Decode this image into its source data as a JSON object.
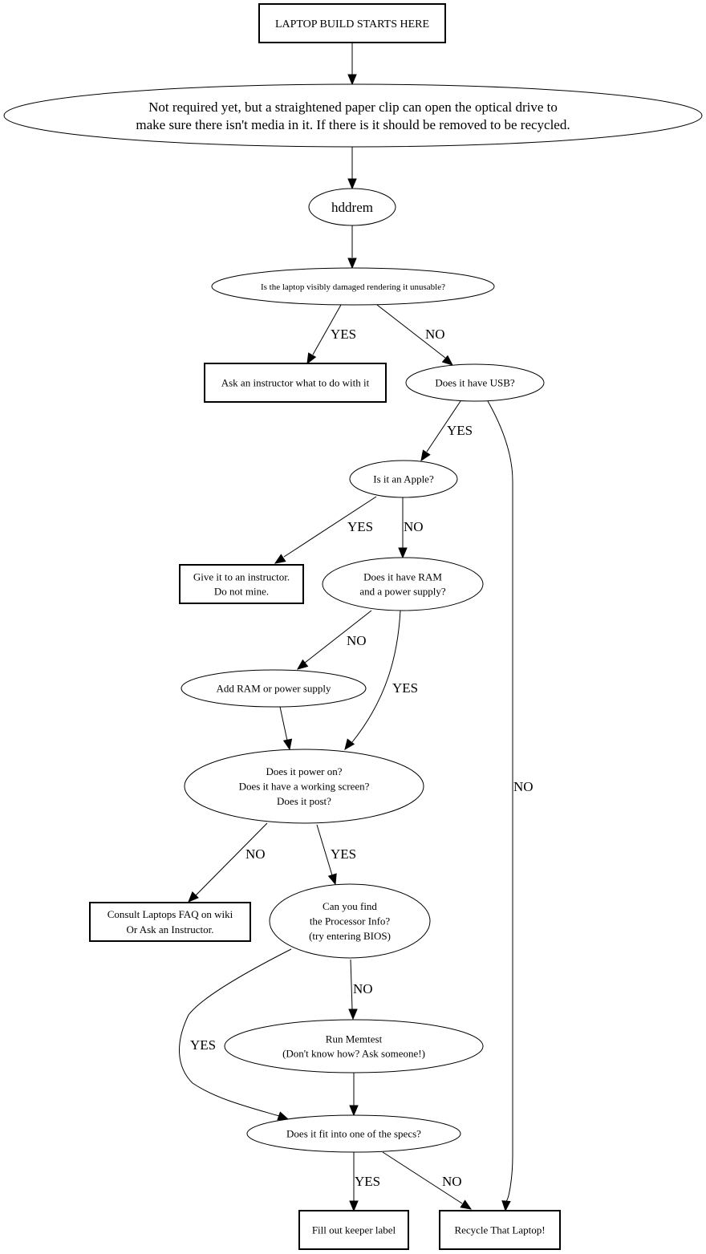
{
  "diagram": {
    "type": "flowchart",
    "nodes": [
      {
        "id": "start",
        "shape": "box",
        "lines": [
          "LAPTOP BUILD STARTS HERE"
        ]
      },
      {
        "id": "paperclip",
        "shape": "ellipse",
        "lines": [
          "Not required yet, but a straightened paper clip can open the optical drive to",
          "make sure there isn't media in it. If there is it should be removed to be recycled."
        ]
      },
      {
        "id": "hddrem",
        "shape": "ellipse",
        "lines": [
          "hddrem"
        ]
      },
      {
        "id": "damaged",
        "shape": "ellipse",
        "lines": [
          "Is the laptop visibly damaged rendering it unusable?"
        ]
      },
      {
        "id": "ask_instructor",
        "shape": "box",
        "lines": [
          "Ask an instructor what to do with it"
        ]
      },
      {
        "id": "usb",
        "shape": "ellipse",
        "lines": [
          "Does it have USB?"
        ]
      },
      {
        "id": "apple",
        "shape": "ellipse",
        "lines": [
          "Is it an Apple?"
        ]
      },
      {
        "id": "give_instructor",
        "shape": "box",
        "lines": [
          "Give it to an instructor.",
          "Do not mine."
        ]
      },
      {
        "id": "ram_psu",
        "shape": "ellipse",
        "lines": [
          "Does it have RAM",
          "and a power supply?"
        ]
      },
      {
        "id": "add_ram",
        "shape": "ellipse",
        "lines": [
          "Add RAM or power supply"
        ]
      },
      {
        "id": "power_on",
        "shape": "ellipse",
        "lines": [
          "Does it power on?",
          "Does it have a working screen?",
          "Does it post?"
        ]
      },
      {
        "id": "consult_faq",
        "shape": "box",
        "lines": [
          "Consult Laptops FAQ on wiki",
          "Or Ask an Instructor."
        ]
      },
      {
        "id": "processor",
        "shape": "ellipse",
        "lines": [
          "Can you find",
          "the Processor Info?",
          "(try entering BIOS)"
        ]
      },
      {
        "id": "memtest",
        "shape": "ellipse",
        "lines": [
          "Run Memtest",
          "(Don't know how?  Ask someone!)"
        ]
      },
      {
        "id": "specs",
        "shape": "ellipse",
        "lines": [
          "Does it fit into one of the specs?"
        ]
      },
      {
        "id": "keeper",
        "shape": "box",
        "lines": [
          "Fill out keeper label"
        ]
      },
      {
        "id": "recycle",
        "shape": "box",
        "lines": [
          "Recycle That Laptop!"
        ]
      }
    ],
    "edges": [
      {
        "from": "start",
        "to": "paperclip",
        "label": ""
      },
      {
        "from": "paperclip",
        "to": "hddrem",
        "label": ""
      },
      {
        "from": "hddrem",
        "to": "damaged",
        "label": ""
      },
      {
        "from": "damaged",
        "to": "ask_instructor",
        "label": "YES"
      },
      {
        "from": "damaged",
        "to": "usb",
        "label": "NO"
      },
      {
        "from": "usb",
        "to": "apple",
        "label": "YES"
      },
      {
        "from": "usb",
        "to": "recycle",
        "label": "NO"
      },
      {
        "from": "apple",
        "to": "give_instructor",
        "label": "YES"
      },
      {
        "from": "apple",
        "to": "ram_psu",
        "label": "NO"
      },
      {
        "from": "ram_psu",
        "to": "add_ram",
        "label": "NO"
      },
      {
        "from": "ram_psu",
        "to": "power_on",
        "label": "YES"
      },
      {
        "from": "add_ram",
        "to": "power_on",
        "label": ""
      },
      {
        "from": "power_on",
        "to": "consult_faq",
        "label": "NO"
      },
      {
        "from": "power_on",
        "to": "processor",
        "label": "YES"
      },
      {
        "from": "processor",
        "to": "memtest",
        "label": "NO"
      },
      {
        "from": "processor",
        "to": "specs",
        "label": "YES"
      },
      {
        "from": "memtest",
        "to": "specs",
        "label": ""
      },
      {
        "from": "specs",
        "to": "keeper",
        "label": "YES"
      },
      {
        "from": "specs",
        "to": "recycle",
        "label": "NO"
      }
    ]
  }
}
